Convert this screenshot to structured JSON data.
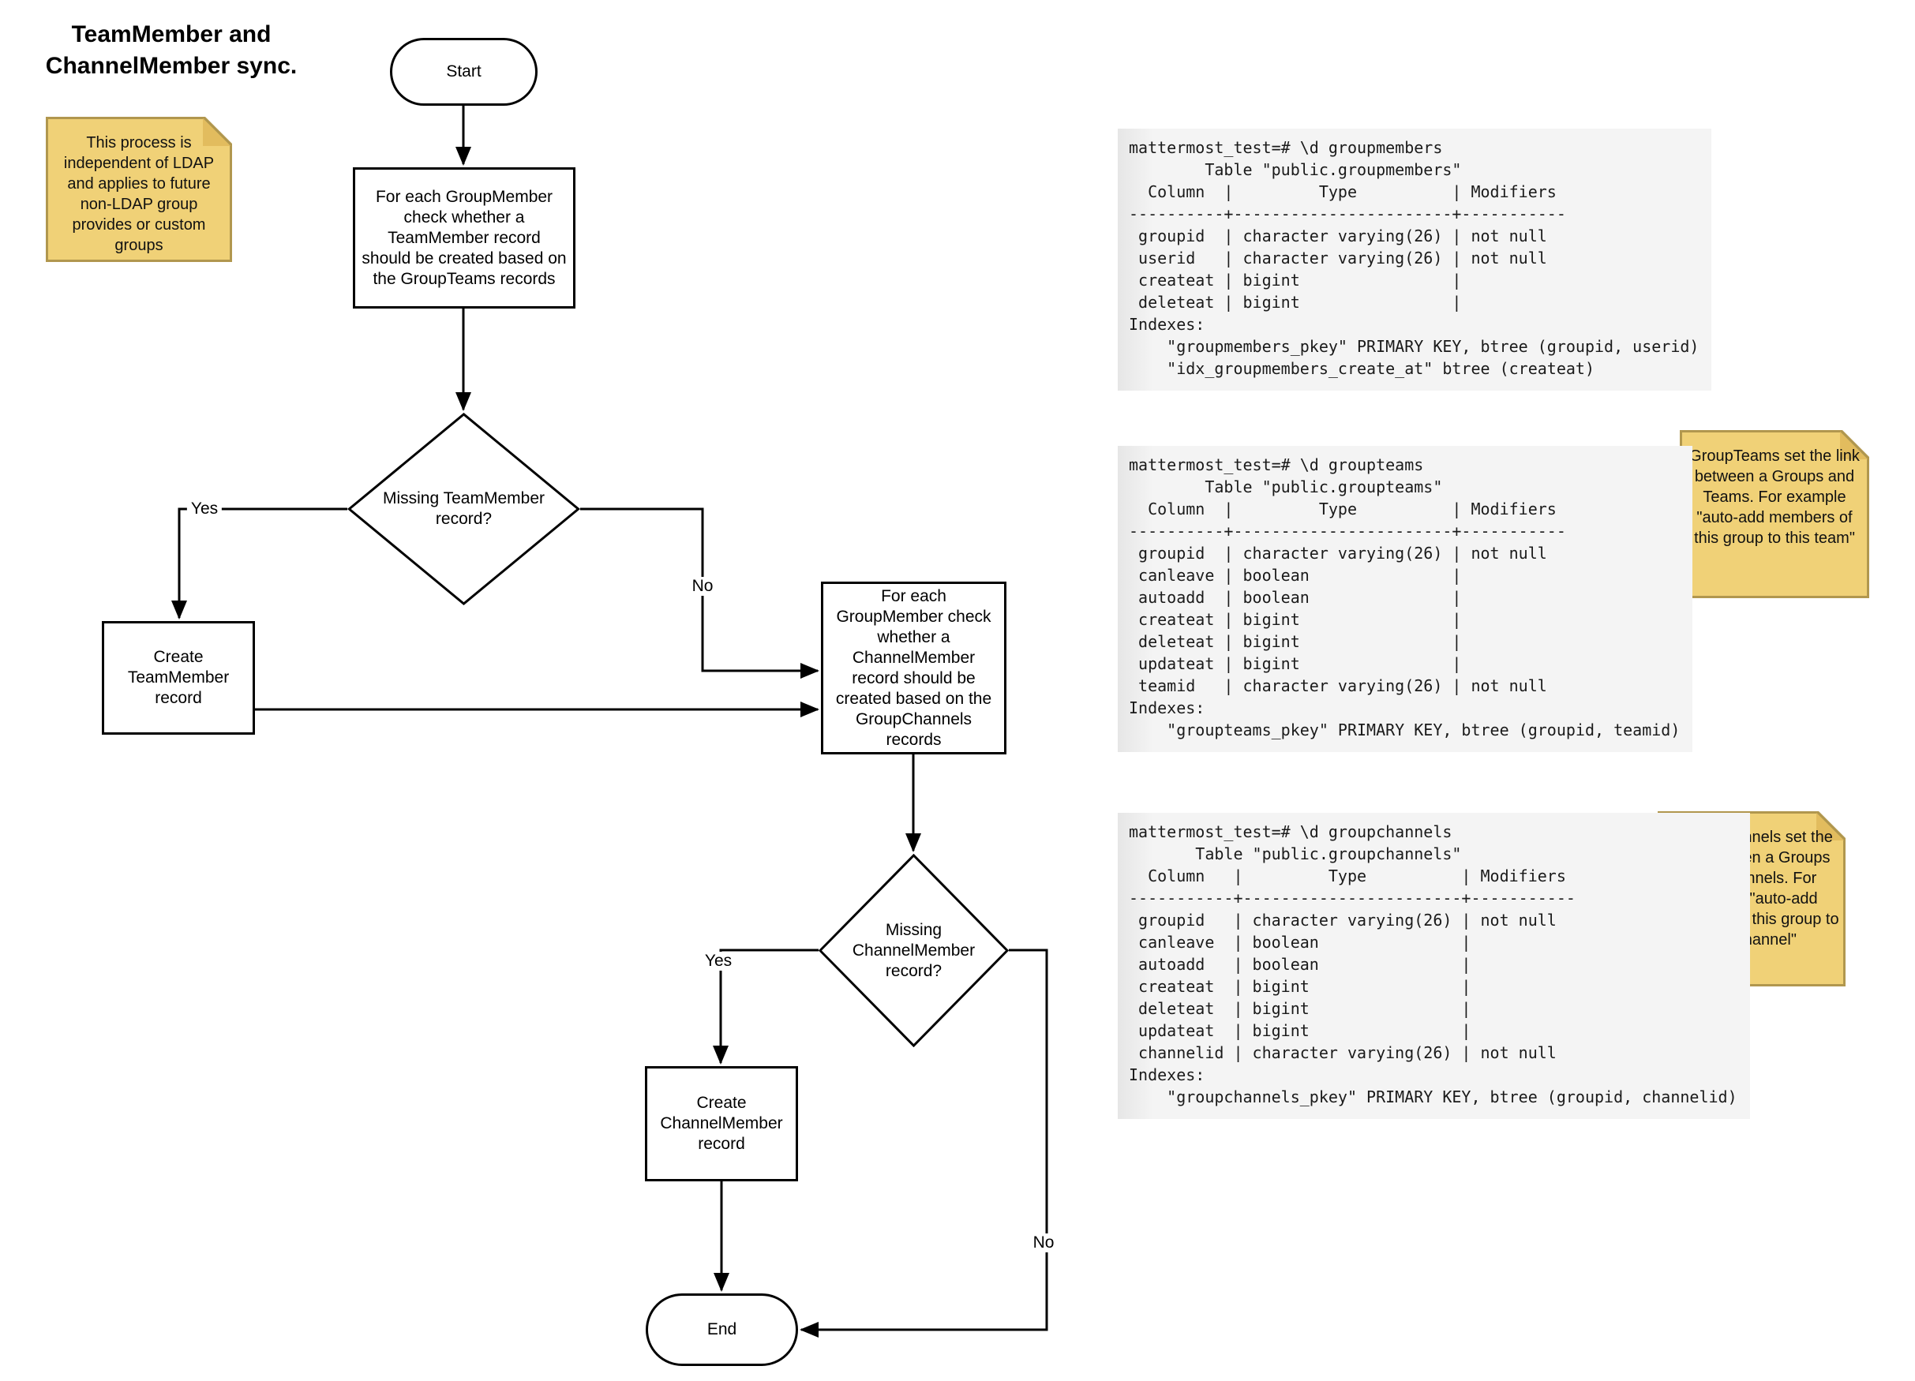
{
  "title": "TeamMember and\nChannelMember sync.",
  "flow": {
    "start": "Start",
    "step_team": "For each GroupMember check whether a TeamMember record should be created based on the GroupTeams records",
    "decision_team": "Missing TeamMember record?",
    "create_team": "Create TeamMember record",
    "step_channel": "For each GroupMember check whether a ChannelMember record should be created based on the GroupChannels records",
    "decision_channel": "Missing ChannelMember record?",
    "create_channel": "Create ChannelMember record",
    "end": "End",
    "yes": "Yes",
    "no": "No"
  },
  "notes": {
    "ldap": "This process is independent of LDAP and applies to future non-LDAP group provides or custom groups",
    "groupteams": "GroupTeams set the link between a Groups and Teams. For example \"auto-add members of this group to this team\"",
    "groupchannels": "GroupChannels set the link between a Groups and Channels. For example \"auto-add members of this group to this channel\""
  },
  "sql": {
    "groupmembers": "mattermost_test=# \\d groupmembers\n        Table \"public.groupmembers\"\n  Column  |         Type          | Modifiers \n----------+-----------------------+-----------\n groupid  | character varying(26) | not null\n userid   | character varying(26) | not null\n createat | bigint                | \n deleteat | bigint                | \nIndexes:\n    \"groupmembers_pkey\" PRIMARY KEY, btree (groupid, userid)\n    \"idx_groupmembers_create_at\" btree (createat)",
    "groupteams": "mattermost_test=# \\d groupteams\n        Table \"public.groupteams\"\n  Column  |         Type          | Modifiers \n----------+-----------------------+-----------\n groupid  | character varying(26) | not null\n canleave | boolean               | \n autoadd  | boolean               | \n createat | bigint                | \n deleteat | bigint                | \n updateat | bigint                | \n teamid   | character varying(26) | not null\nIndexes:\n    \"groupteams_pkey\" PRIMARY KEY, btree (groupid, teamid)",
    "groupchannels": "mattermost_test=# \\d groupchannels\n       Table \"public.groupchannels\"\n  Column   |         Type          | Modifiers \n-----------+-----------------------+-----------\n groupid   | character varying(26) | not null\n canleave  | boolean               | \n autoadd   | boolean               | \n createat  | bigint                | \n deleteat  | bigint                | \n updateat  | bigint                | \n channelid | character varying(26) | not null\nIndexes:\n    \"groupchannels_pkey\" PRIMARY KEY, btree (groupid, channelid)"
  },
  "colors": {
    "note_fill": "#F0D177",
    "note_border": "#B1974E",
    "note_fold": "#E2BC5E",
    "line": "#000000",
    "code_background": "#F4F4F4",
    "code_text": "#1A1A1A"
  }
}
